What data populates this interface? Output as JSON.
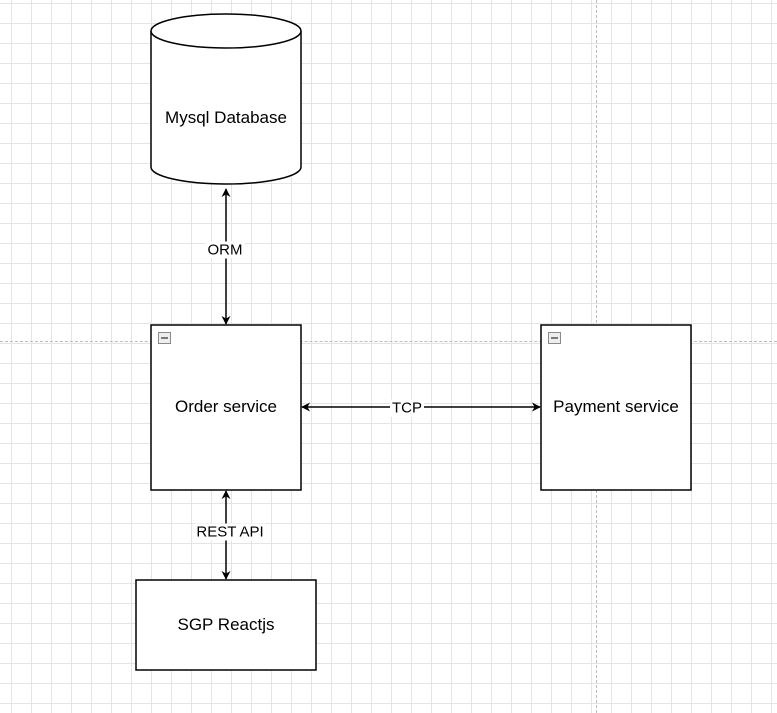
{
  "nodes": {
    "database": {
      "label": "Mysql Database"
    },
    "order_service": {
      "label": "Order service"
    },
    "payment_service": {
      "label": "Payment service"
    },
    "frontend": {
      "label": "SGP Reactjs"
    }
  },
  "edges": {
    "db_order": {
      "label": "ORM"
    },
    "order_payment": {
      "label": "TCP"
    },
    "order_frontend": {
      "label": "REST API"
    }
  },
  "colors": {
    "stroke": "#000000",
    "grid": "#e4e4e4",
    "page_break": "#bdbdbd",
    "collapse_icon": "#9e9e9e"
  }
}
